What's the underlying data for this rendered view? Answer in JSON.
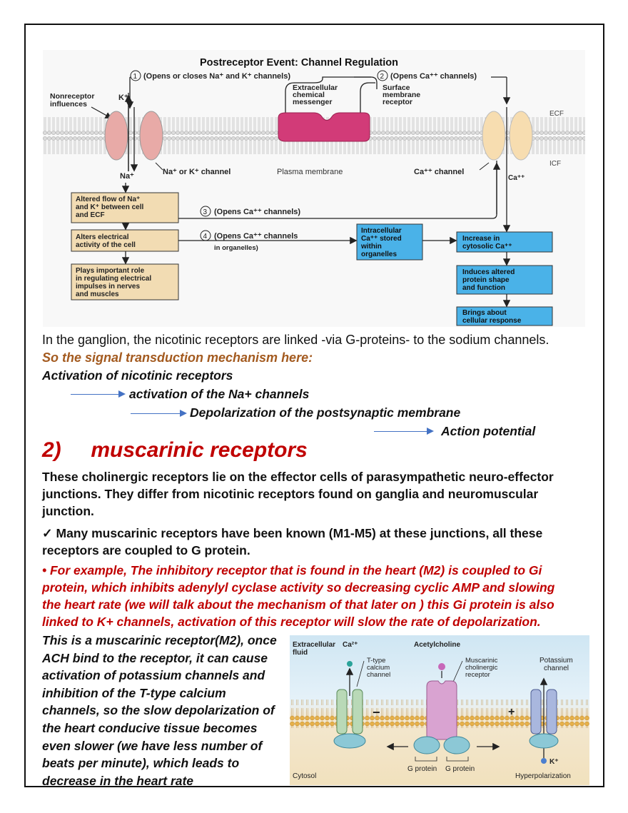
{
  "figure1": {
    "title": "Postreceptor Event:  Channel Regulation",
    "step1": "(Opens or closes Na⁺ and K⁺ channels)",
    "step2": "(Opens Ca⁺⁺ channels)",
    "step3": "(Opens Ca⁺⁺ channels)",
    "step4": "(Opens Ca⁺⁺ channels",
    "step4b": "in organelles)",
    "nonreceptor": [
      "Nonreceptor",
      "influences"
    ],
    "k_plus": "K⁺",
    "na_plus": "Na⁺",
    "messenger": [
      "Extracellular",
      "chemical",
      "messenger"
    ],
    "receptor": [
      "Surface",
      "membrane",
      "receptor"
    ],
    "ecf": "ECF",
    "icf": "ICF",
    "channel_na_k": "Na⁺ or K⁺ channel",
    "plasma_membrane": "Plasma membrane",
    "ca_channel": "Ca⁺⁺ channel",
    "ca_plus": "Ca⁺⁺",
    "box_altered_flow": [
      "Altered flow of Na⁺",
      "and K⁺ between cell",
      "and ECF"
    ],
    "box_alters_electrical": [
      "Alters electrical",
      "activity of the cell"
    ],
    "box_plays_role": [
      "Plays important role",
      "in regulating electrical",
      "impulses in nerves",
      "and muscles"
    ],
    "box_intracellular": [
      "Intracellular",
      "Ca⁺⁺ stored",
      "within",
      "organelles"
    ],
    "box_increase": [
      "Increase in",
      "cytosolic Ca⁺⁺"
    ],
    "box_induces": [
      "Induces altered",
      "protein shape",
      "and function"
    ],
    "box_brings": [
      "Brings about",
      "cellular response"
    ]
  },
  "intro_text": "In the ganglion, the nicotinic receptors are linked -via G-proteins- to the sodium channels.",
  "so_text": "So the signal transduction mechanism here:",
  "flow": {
    "step1": "Activation of nicotinic receptors",
    "step2": "activation of the Na+ channels",
    "step3": "Depolarization of the postsynaptic membrane",
    "step4": "Action potential"
  },
  "heading": "2)     muscarinic receptors",
  "para1": "These cholinergic receptors lie on the effector cells of parasympathetic neuro-effector junctions. They differ from nicotinic receptors found on ganglia and neuromuscular junction.",
  "para2": "✓ Many muscarinic receptors have been known (M1-M5) at these junctions, all these receptors are coupled to G protein.",
  "para3": " • For example, The inhibitory receptor that is found in the heart (M2) is coupled to Gi protein, which inhibits adenylyl cyclase activity so decreasing cyclic AMP and slowing the heart rate (we will talk about the mechanism of that later on ) this Gi protein is also linked to K+ channels, activation of this receptor will slow the rate of depolarization.",
  "para4": "This is a muscarinic receptor(M2), once ACH bind to the receptor, it can cause activation of potassium channels and inhibition of the T-type calcium channels, so the slow depolarization of the heart conducive tissue becomes even slower (we have less number of beats per minute), which leads to decrease in the heart rate",
  "figure2": {
    "extracellular": [
      "Extracellular",
      "fluid"
    ],
    "ca2": "Ca²⁺",
    "acetylcholine": "Acetylcholine",
    "ttype": [
      "T-type",
      "calcium",
      "channel"
    ],
    "muscarinic": [
      "Muscarinic",
      "cholinergic",
      "receptor"
    ],
    "potassium": [
      "Potassium",
      "channel"
    ],
    "minus": "−",
    "plus": "+",
    "gprotein1": "G protein",
    "gprotein2": "G protein",
    "kplus": "K⁺",
    "cytosol": "Cytosol",
    "hyper": "Hyperpolarization"
  },
  "colors": {
    "heading_red": "#c00000",
    "so_brown": "#a35a1f",
    "flow_arrow": "#4472c4",
    "box_blue": "#4ab2e8",
    "box_tan": "#f2dcb3",
    "receptor_pink": "#d23b78",
    "channel_peach": "#f5c9a8"
  }
}
